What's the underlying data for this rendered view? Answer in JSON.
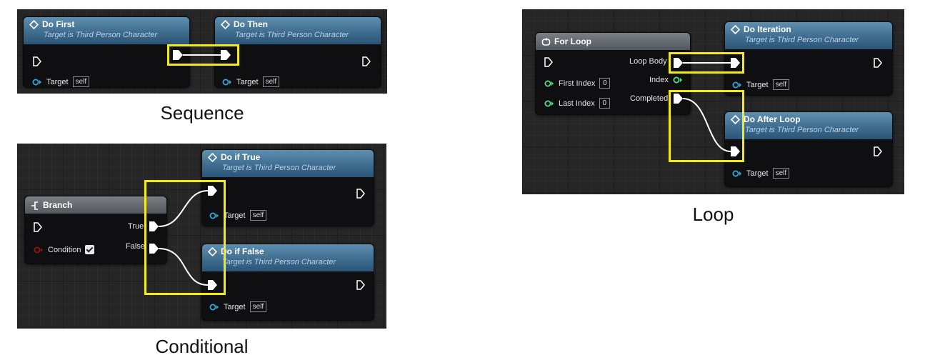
{
  "captions": {
    "sequence": "Sequence",
    "conditional": "Conditional",
    "loop": "Loop"
  },
  "target_subtitle": "Target is Third Person Character",
  "target_label": "Target",
  "self_label": "self",
  "sequence": {
    "do_first": "Do First",
    "do_then": "Do Then"
  },
  "conditional": {
    "branch": "Branch",
    "condition": "Condition",
    "true_label": "True",
    "false_label": "False",
    "do_if_true": "Do if True",
    "do_if_false": "Do if False"
  },
  "loop": {
    "for_loop": "For Loop",
    "loop_body": "Loop Body",
    "index": "Index",
    "completed": "Completed",
    "first_index": "First Index",
    "last_index": "Last Index",
    "first_index_value": "0",
    "last_index_value": "0",
    "do_iteration": "Do Iteration",
    "do_after_loop": "Do After Loop"
  },
  "colors": {
    "highlight": "#f2ea1b",
    "exec_pin": "#ffffff",
    "object_pin": "#2aa9e0",
    "int_pin": "#4ee08a",
    "bool_pin": "#a01010"
  },
  "icons": [
    "function-icon",
    "exec-pin-icon",
    "object-pin-icon",
    "int-pin-icon",
    "bool-pin-icon",
    "branch-icon",
    "loop-icon",
    "checkbox-icon"
  ]
}
